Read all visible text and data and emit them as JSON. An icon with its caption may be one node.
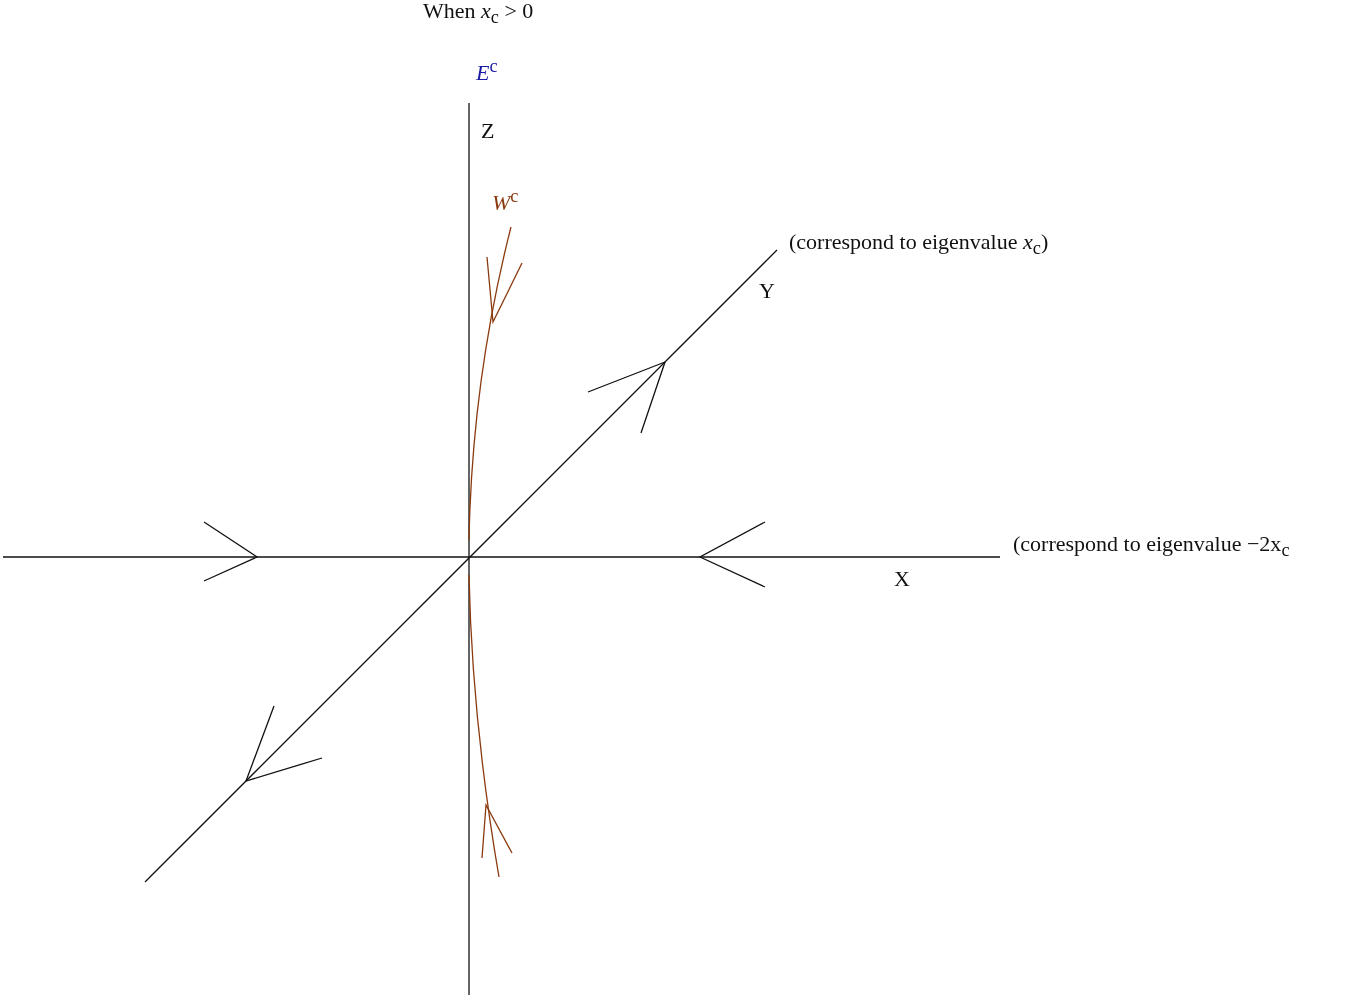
{
  "diagram": {
    "title": "When *x*$_{c}$ > 0",
    "labels": [
      "*E*$^{c}$",
      "Z",
      "*W*$^{c}$",
      "(correspond to eigenvalue *x*$_{c}$)",
      "Y",
      "(correspond to eigenvalue −2x$_{c}$",
      "X"
    ]
  }
}
